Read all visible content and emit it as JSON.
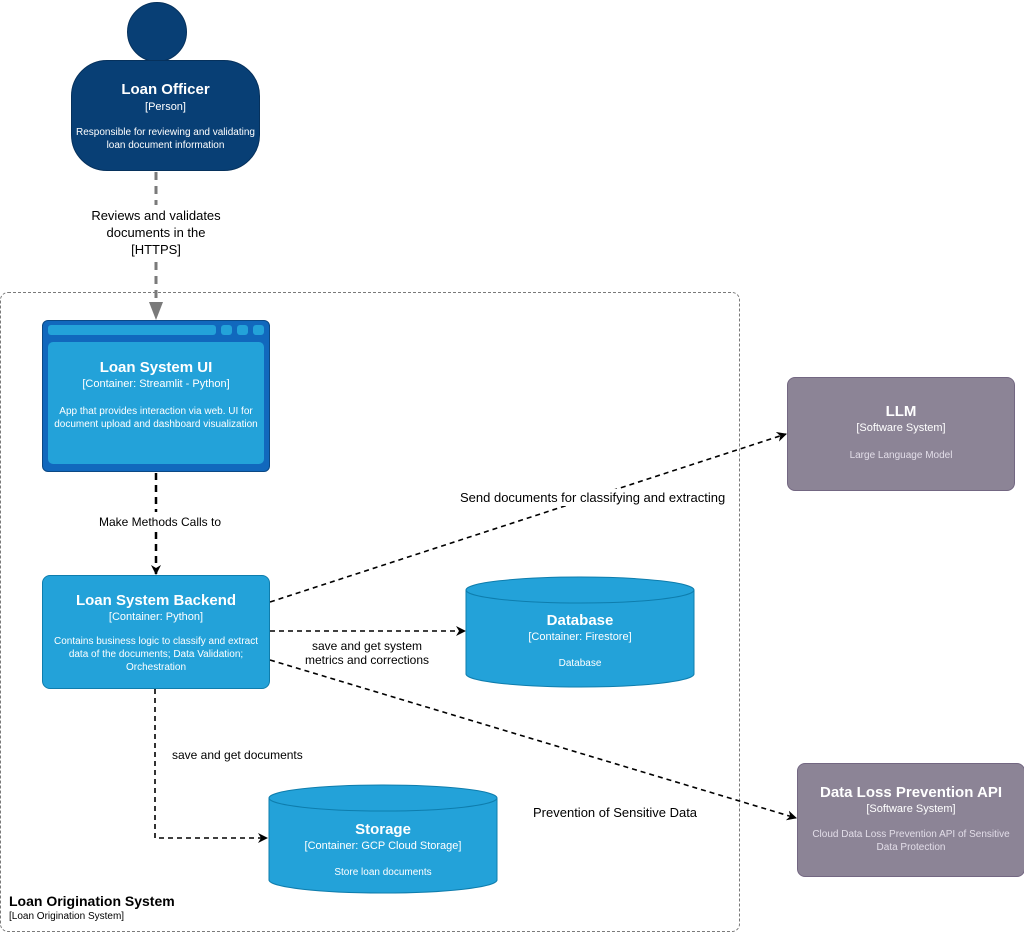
{
  "person": {
    "title": "Loan Officer",
    "tag": "[Person]",
    "desc_line1": "Responsible for reviewing and validating",
    "desc_line2": "loan document information"
  },
  "edges": {
    "officer_to_ui": {
      "line1": "Reviews and validates",
      "line2": "documents in the",
      "line3": "[HTTPS]"
    },
    "ui_to_backend": "Make Methods Calls to",
    "backend_to_llm": "Send documents for classifying and extracting",
    "backend_to_db_line1": "save and get system",
    "backend_to_db_line2": "metrics and corrections",
    "backend_to_storage": "save and get documents",
    "backend_to_dlp": "Prevention of Sensitive Data"
  },
  "ui": {
    "title": "Loan System UI",
    "tag": "[Container: Streamlit - Python]",
    "desc_line1": "App that provides interaction via web. UI for",
    "desc_line2": "document upload and dashboard visualization"
  },
  "backend": {
    "title": "Loan System Backend",
    "tag": "[Container: Python]",
    "desc_line1": "Contains business logic to classify and extract",
    "desc_line2": "data of the documents; Data Validation;",
    "desc_line3": "Orchestration"
  },
  "database": {
    "title": "Database",
    "tag": "[Container: Firestore]",
    "desc": "Database"
  },
  "storage": {
    "title": "Storage",
    "tag": "[Container: GCP Cloud Storage]",
    "desc": "Store loan documents"
  },
  "llm": {
    "title": "LLM",
    "tag": "[Software System]",
    "desc": "Large Language Model"
  },
  "dlp": {
    "title": "Data Loss Prevention API",
    "tag": "[Software System]",
    "desc_line1": "Cloud Data Loss Prevention API of Sensitive",
    "desc_line2": "Data Protection"
  },
  "boundary": {
    "title": "Loan Origination System",
    "tag": "[Loan Origination System]"
  },
  "colors": {
    "person": "#083F75",
    "container": "#23A2D9",
    "ui_frame": "#1168BD",
    "external": "#8C8496"
  }
}
